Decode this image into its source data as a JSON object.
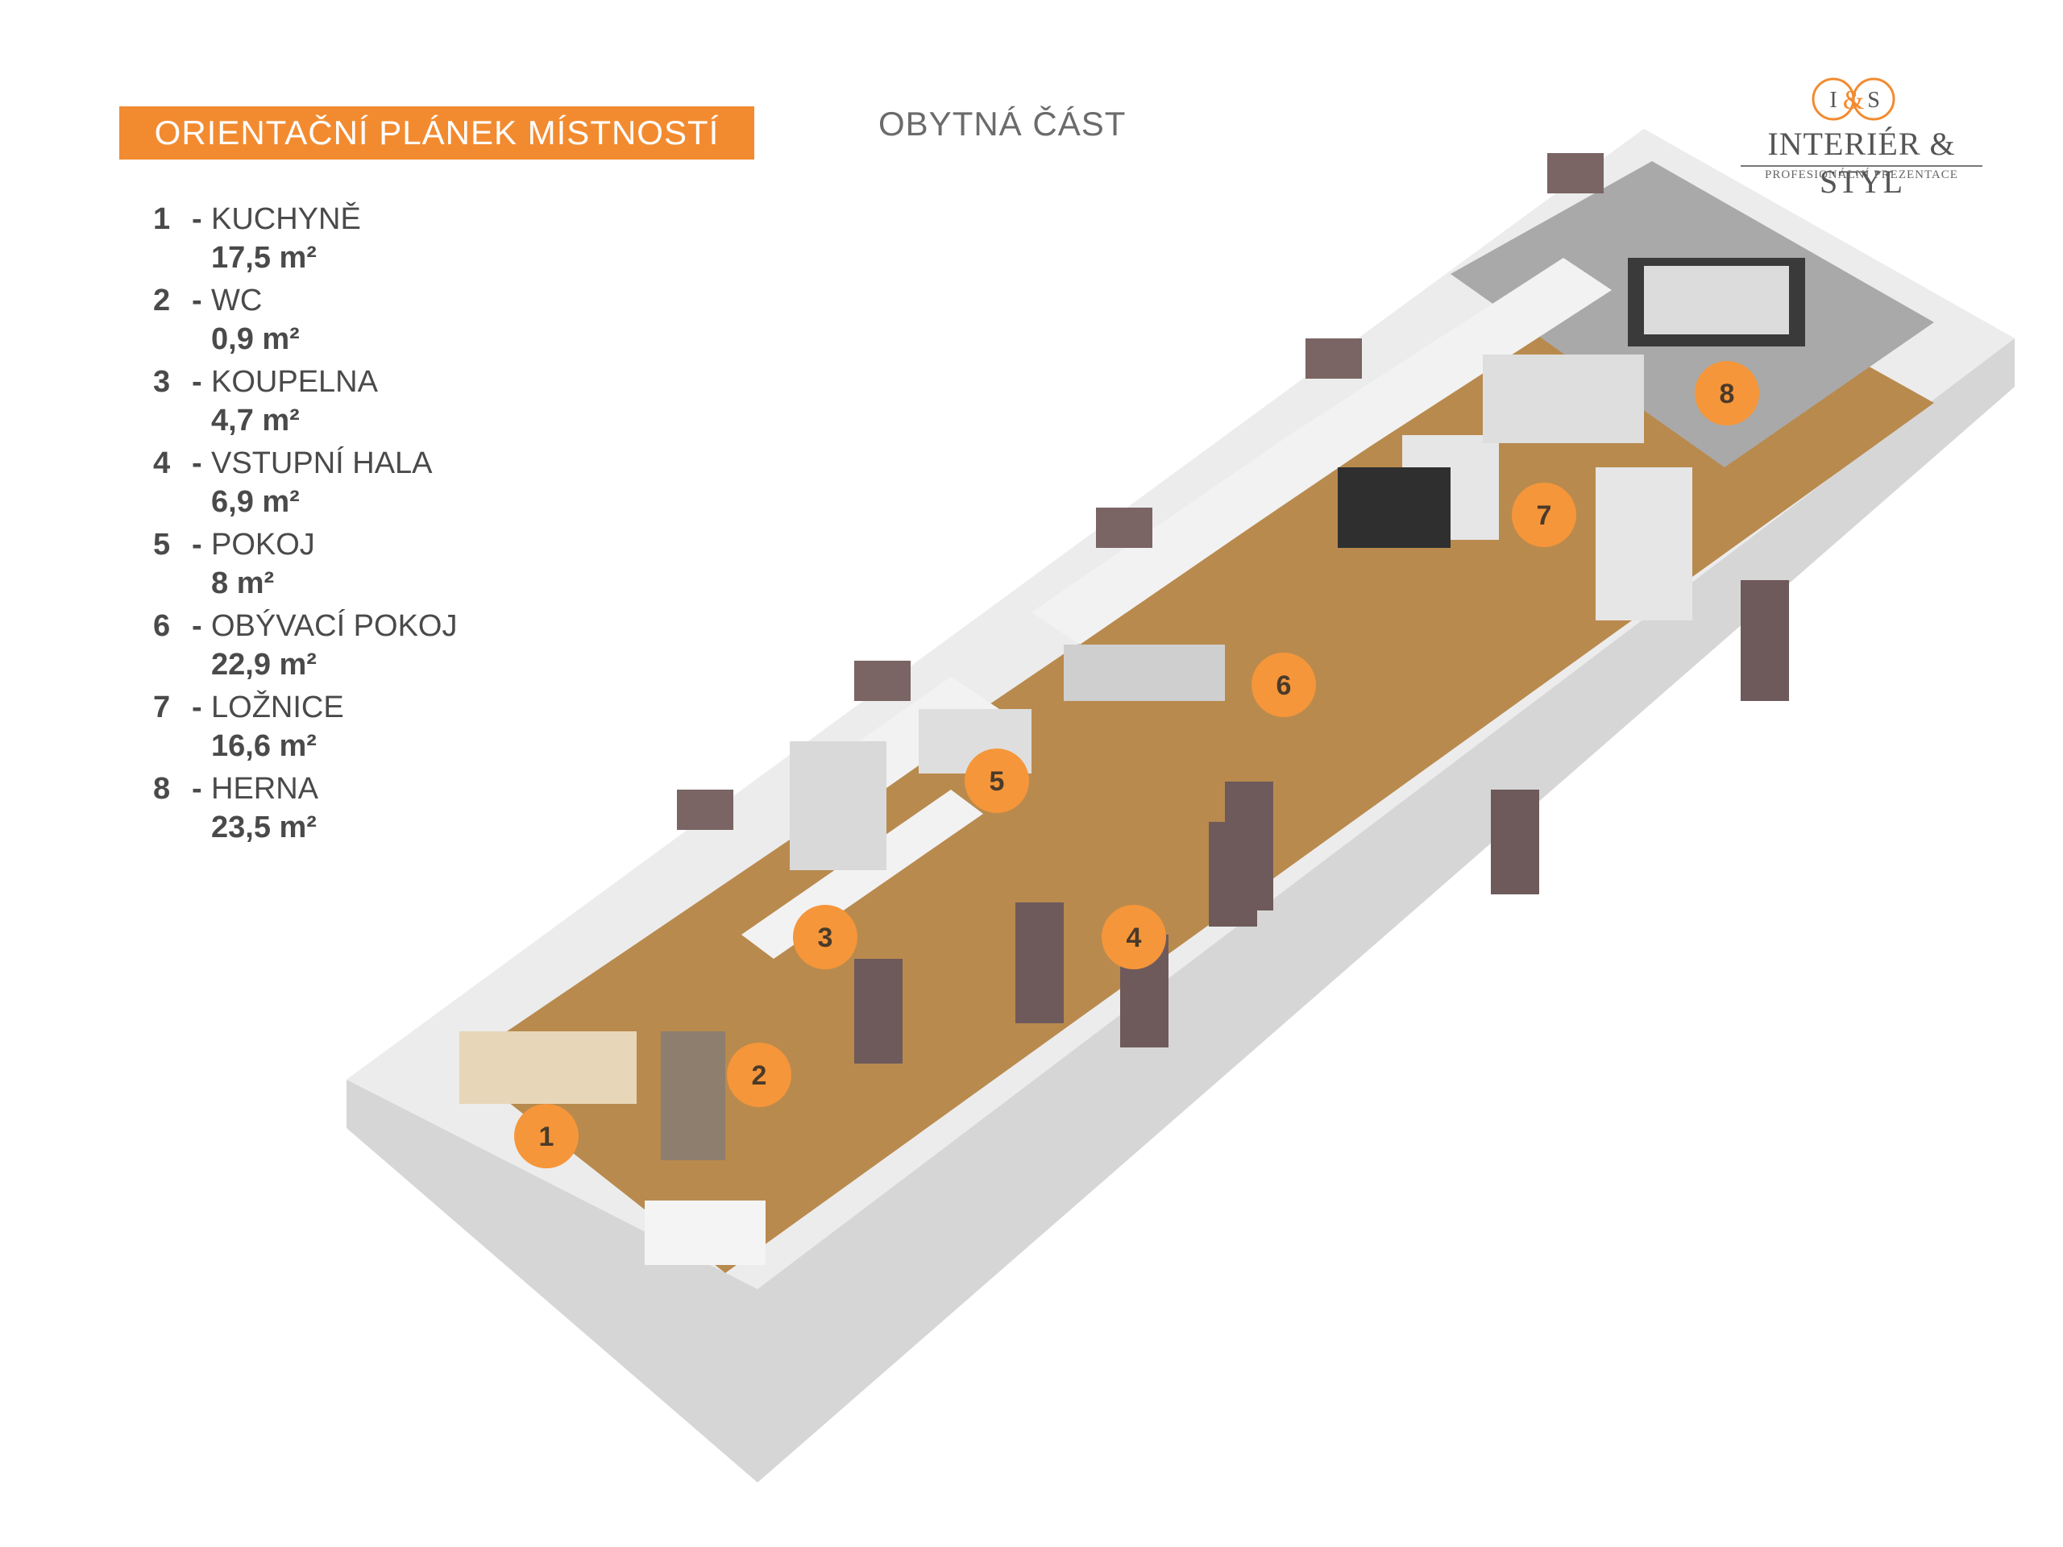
{
  "header": {
    "title": "ORIENTAČNÍ PLÁNEK MÍSTNOSTÍ",
    "subtitle": "OBYTNÁ ČÁST"
  },
  "logo": {
    "monogram_left": "I",
    "monogram_amp": "&",
    "monogram_right": "S",
    "name": "INTERIÉR & STYL",
    "tagline": "PROFESIONÁLNÍ PREZENTACE"
  },
  "rooms": [
    {
      "num": "1",
      "name": "KUCHYNĚ",
      "area": "17,5 m²"
    },
    {
      "num": "2",
      "name": "WC",
      "area": "0,9 m²"
    },
    {
      "num": "3",
      "name": "KOUPELNA",
      "area": "4,7 m²"
    },
    {
      "num": "4",
      "name": "VSTUPNÍ HALA",
      "area": "6,9 m²"
    },
    {
      "num": "5",
      "name": "POKOJ",
      "area": "8 m²"
    },
    {
      "num": "6",
      "name": "OBÝVACÍ POKOJ",
      "area": "22,9 m²"
    },
    {
      "num": "7",
      "name": "LOŽNICE",
      "area": "16,6 m²"
    },
    {
      "num": "8",
      "name": "HERNA",
      "area": "23,5 m²"
    }
  ],
  "markers": [
    "1",
    "2",
    "3",
    "4",
    "5",
    "6",
    "7",
    "8"
  ],
  "colors": {
    "accent": "#f28b30",
    "marker": "#f5963a",
    "wall": "#e4e4e4",
    "floor_wood": "#b98a4e",
    "floor_grey": "#a9a9a9",
    "door": "#6e5a5a",
    "text": "#4a4a4a"
  }
}
